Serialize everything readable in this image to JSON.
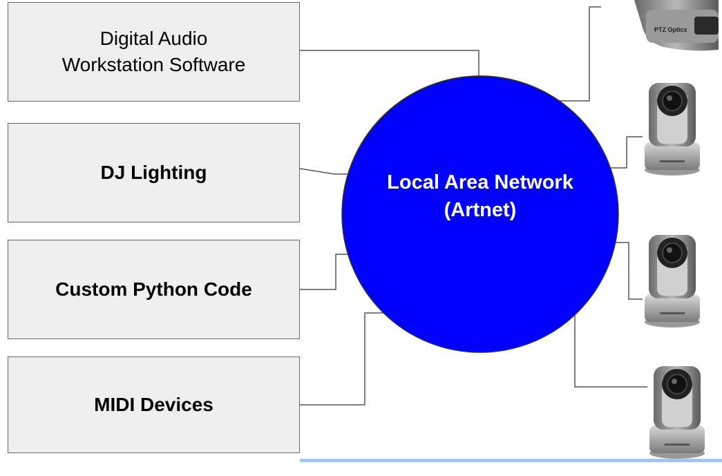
{
  "nodes": {
    "daw": "Digital Audio Workstation Software",
    "dj": "DJ Lighting",
    "python": "Custom Python Code",
    "midi": "MIDI Devices",
    "lan": "Local Area Network (Artnet)"
  },
  "camera_brand": "PTZ Optics",
  "colors": {
    "network": "#0000ff",
    "box_fill": "#efefef",
    "accent_line": "#a4c2f4"
  }
}
